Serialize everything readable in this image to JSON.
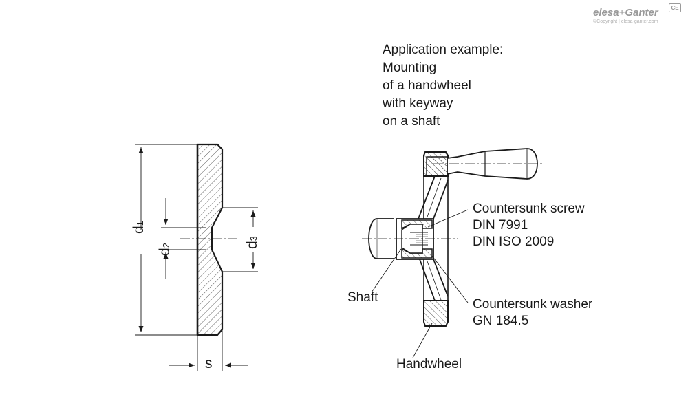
{
  "brand": {
    "logo_text_1": "elesa",
    "logo_plus": "+",
    "logo_text_2": "Ganter",
    "copyright": "©Copyright | elesa-ganter.com",
    "badge": "CE"
  },
  "application": {
    "lines": [
      "Application example:",
      "Mounting",
      "of a handwheel",
      "with keyway",
      "on a shaft"
    ]
  },
  "dimensions": {
    "d1": "d",
    "d1_sub": "1",
    "d2": "d",
    "d2_sub": "2",
    "d3": "d",
    "d3_sub": "3",
    "s": "s"
  },
  "callouts": {
    "screw": [
      "Countersunk screw",
      "DIN 7991",
      "DIN ISO 2009"
    ],
    "washer": [
      "Countersunk washer",
      "GN 184.5"
    ],
    "shaft": "Shaft",
    "handwheel": "Handwheel"
  }
}
